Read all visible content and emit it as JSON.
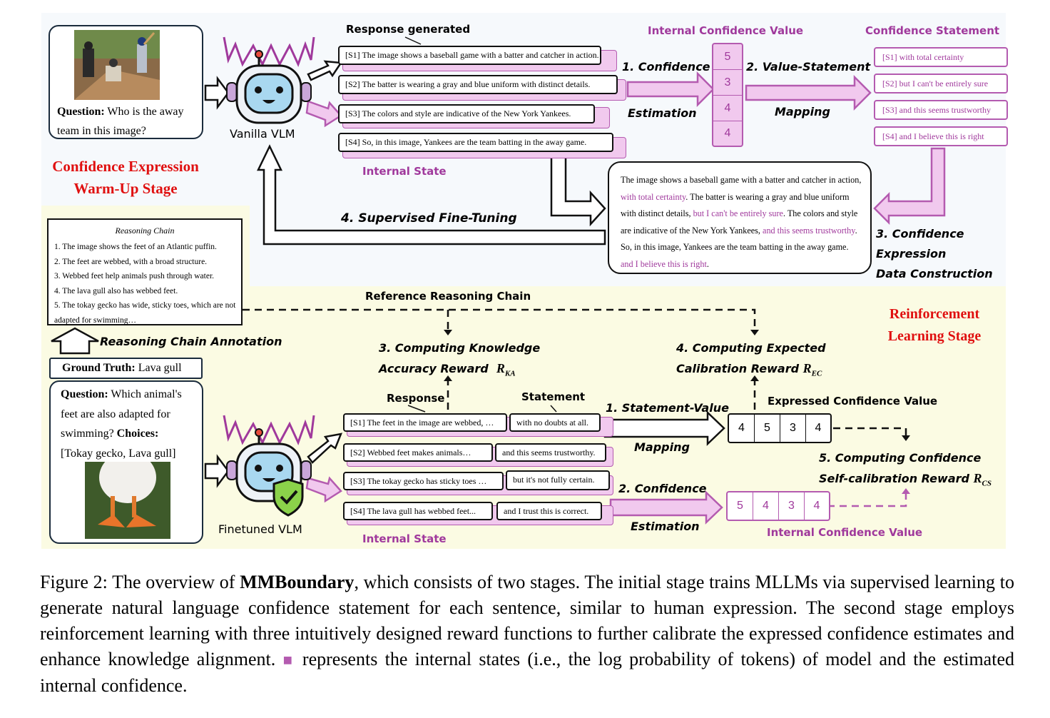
{
  "top": {
    "question_label": "Question:",
    "question_text": "Who is the away team in this image?",
    "model_label": "Vanilla VLM",
    "stage_title_1": "Confidence Expression",
    "stage_title_2": "Warm-Up Stage",
    "response_generated": "Response generated",
    "sentences": [
      "[S1] The image shows a baseball game with a batter and catcher in action.",
      "[S2] The batter is wearing a gray and blue uniform with distinct details.",
      "[S3] The colors and style are indicative of the New York Yankees.",
      "[S4] So, in this image, Yankees are the team batting in the away game."
    ],
    "internal_state": "Internal State",
    "step1_a": "1. Confidence",
    "step1_b": "Estimation",
    "icv_title": "Internal Confidence Value",
    "icv_values": [
      "5",
      "3",
      "4",
      "4"
    ],
    "step2_a": "2. Value-Statement",
    "step2_b": "Mapping",
    "cs_title": "Confidence Statement",
    "statements": [
      "[S1] with total certainty",
      "[S2] but I can't be entirely sure",
      "[S3] and this seems trustworthy",
      "[S4] and I believe this is right"
    ],
    "step3_a": "3. Confidence",
    "step3_b": "Expression",
    "step3_c": "Data Construction",
    "paragraph": [
      {
        "t": "The image shows a baseball game with a batter and catcher in action, ",
        "p": false
      },
      {
        "t": "with total certainty",
        "p": true
      },
      {
        "t": ". The batter is wearing a gray and blue uniform with distinct details, ",
        "p": false
      },
      {
        "t": "but I can't be entirely sure",
        "p": true
      },
      {
        "t": ". The colors and style are indicative of the New York Yankees, ",
        "p": false
      },
      {
        "t": "and this seems trustworthy",
        "p": true
      },
      {
        "t": ". So, in this image, Yankees are the team batting in the away game. ",
        "p": false
      },
      {
        "t": "and I believe this is right",
        "p": true
      },
      {
        "t": ".",
        "p": false
      }
    ],
    "sft": "4. Supervised Fine-Tuning"
  },
  "bottom": {
    "chain_title": "Reasoning Chain",
    "chain": [
      "1. The image shows the feet of an Atlantic puffin.",
      "2. The feet are webbed, with a broad structure.",
      "3. Webbed feet help animals push through water.",
      "4. The lava gull also has webbed feet.",
      "5. The tokay gecko has wide, sticky toes, which are not adapted for swimming…"
    ],
    "annotation": "Reasoning Chain Annotation",
    "gt_label": "Ground Truth:",
    "gt_value": "Lava gull",
    "question_label": "Question:",
    "question_text": "Which animal's feet are also adapted for swimming?",
    "choices_label": "Choices:",
    "choices": "[Tokay gecko, Lava gull]",
    "model_label": "Finetuned VLM",
    "stage_title_1": "Reinforcement",
    "stage_title_2": "Learning Stage",
    "ref_chain": "Reference Reasoning Chain",
    "ka_a": "3. Computing Knowledge",
    "ka_b": "Accuracy Reward",
    "ka_sym": "R",
    "ka_sub": "KA",
    "ec_a": "4. Computing Expected",
    "ec_b": "Calibration Reward",
    "ec_sym": "R",
    "ec_sub": "EC",
    "response": "Response",
    "statement": "Statement",
    "responses": [
      "[S1] The feet in the image are webbed, …",
      "[S2] Webbed feet makes animals…",
      "[S3] The tokay gecko has sticky toes …",
      "[S4] The lava gull has webbed feet..."
    ],
    "statements": [
      "with no doubts at all.",
      "and this seems trustworthy.",
      "but it's not fully certain.",
      "and I trust this is correct."
    ],
    "internal_state": "Internal State",
    "sv_a": "1. Statement-Value",
    "sv_b": "Mapping",
    "ce_a": "2. Confidence",
    "ce_b": "Estimation",
    "ecv_title": "Expressed Confidence Value",
    "ecv_values": [
      "4",
      "5",
      "3",
      "4"
    ],
    "icv_title": "Internal Confidence Value",
    "icv_values": [
      "5",
      "4",
      "3",
      "4"
    ],
    "cs_a": "5. Computing Confidence",
    "cs_b": "Self-calibration Reward",
    "cs_sym": "R",
    "cs_sub": "CS"
  },
  "caption": {
    "prefix": "Figure 2: The overview of ",
    "bold": "MMBoundary",
    "after_bold": ", which consists of two stages. The initial stage trains MLLMs via supervised learning to generate natural language confidence statement for each sentence, similar to human expression. The second stage employs reinforcement learning with three intuitively designed reward functions to further calibrate the expressed confidence estimates and enhance knowledge alignment. ",
    "square": "■",
    "end": " represents the internal states (i.e., the log probability of tokens) of model and the estimated internal confidence."
  },
  "colors": {
    "purple": "#b45bb0",
    "pink_fill": "#f1c9ee",
    "cream": "#fbfbe3",
    "light_bg": "#f6f9fc",
    "red": "#e01010"
  }
}
